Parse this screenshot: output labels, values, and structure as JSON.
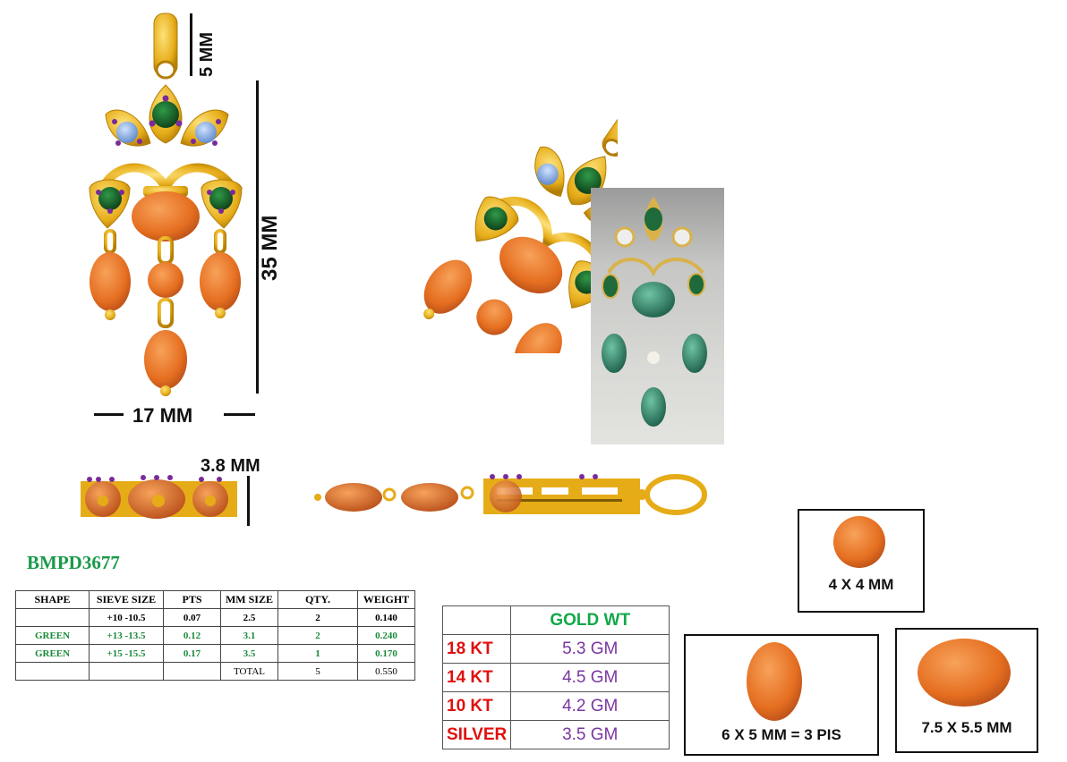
{
  "design_code": "BMPD3677",
  "dimensions": {
    "bail": "5 MM",
    "height": "35 MM",
    "width": "17 MM",
    "depth": "3.8 MM"
  },
  "stone_table": {
    "headers": [
      "SHAPE",
      "SIEVE SIZE",
      "PTS",
      "MM SIZE",
      "QTY.",
      "WEIGHT"
    ],
    "rows": [
      [
        "",
        "+10 -10.5",
        "0.07",
        "2.5",
        "2",
        "0.140"
      ],
      [
        "GREEN",
        "+13 -13.5",
        "0.12",
        "3.1",
        "2",
        "0.240"
      ],
      [
        "GREEN",
        "+15 -15.5",
        "0.17",
        "3.5",
        "1",
        "0.170"
      ]
    ],
    "total_label": "TOTAL",
    "total_qty": "5",
    "total_weight": "0.550"
  },
  "gold_table": {
    "header": "GOLD WT",
    "rows": [
      {
        "metal": "18 KT",
        "weight": "5.3 GM"
      },
      {
        "metal": "14 KT",
        "weight": "4.5 GM"
      },
      {
        "metal": "10 KT",
        "weight": "4.2 GM"
      },
      {
        "metal": "SILVER",
        "weight": "3.5 GM"
      }
    ]
  },
  "bead_boxes": [
    {
      "label": "4 X 4 MM"
    },
    {
      "label": "6 X 5 MM = 3 PIS"
    },
    {
      "label": "7.5 X 5.5 MM"
    }
  ],
  "colors": {
    "gold": "#e8b21c",
    "coral": "#e8782a",
    "emerald": "#1e6b2e",
    "sapphire": "#7fa8e0",
    "amethyst": "#7a2a9a"
  }
}
